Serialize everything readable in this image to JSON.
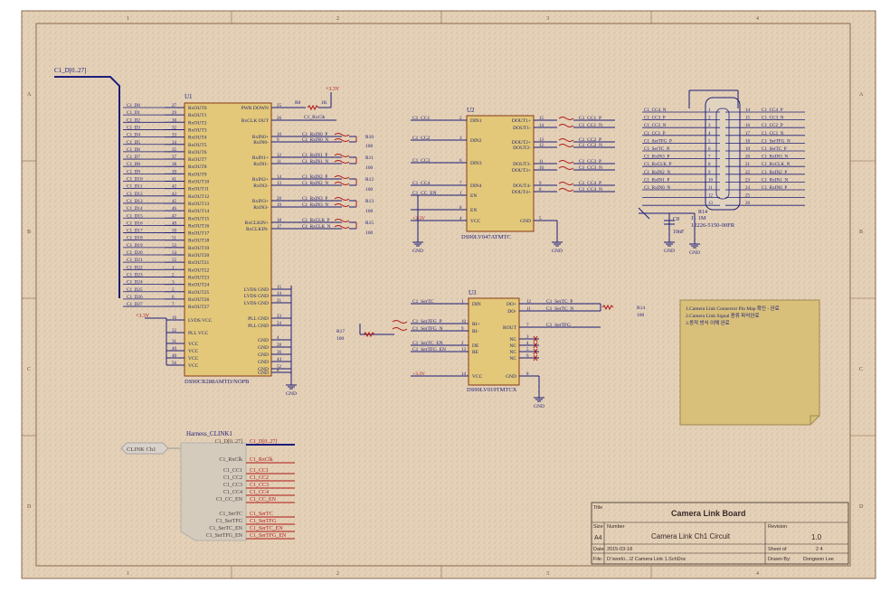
{
  "net_label_top": "C1_D[0..27]",
  "bus_inputs": [
    "C1_D0",
    "C1_D1",
    "C1_D2",
    "C1_D3",
    "C1_D4",
    "C1_D5",
    "C1_D6",
    "C1_D7",
    "C1_D8",
    "C1_D9",
    "C1_D10",
    "C1_D11",
    "C1_D12",
    "C1_D13",
    "C1_D14",
    "C1_D15",
    "C1_D16",
    "C1_D17",
    "C1_D18",
    "C1_D19",
    "C1_D20",
    "C1_D21",
    "C1_D22",
    "C1_D23",
    "C1_D24",
    "C1_D25",
    "C1_D26",
    "C1_D27"
  ],
  "u1": {
    "ref": "U1",
    "part": "DS90CR288AMTD/NOPB",
    "left_pins": [
      {
        "num": "27",
        "name": "RxOUT0"
      },
      {
        "num": "29",
        "name": "RxOUT1"
      },
      {
        "num": "30",
        "name": "RxOUT2"
      },
      {
        "num": "32",
        "name": "RxOUT3"
      },
      {
        "num": "33",
        "name": "RxOUT4"
      },
      {
        "num": "34",
        "name": "RxOUT5"
      },
      {
        "num": "35",
        "name": "RxOUT6"
      },
      {
        "num": "37",
        "name": "RxOUT7"
      },
      {
        "num": "38",
        "name": "RxOUT8"
      },
      {
        "num": "39",
        "name": "RxOUT9"
      },
      {
        "num": "41",
        "name": "RxOUT10"
      },
      {
        "num": "42",
        "name": "RxOUT11"
      },
      {
        "num": "43",
        "name": "RxOUT12"
      },
      {
        "num": "45",
        "name": "RxOUT13"
      },
      {
        "num": "46",
        "name": "RxOUT14"
      },
      {
        "num": "47",
        "name": "RxOUT15"
      },
      {
        "num": "49",
        "name": "RxOUT16"
      },
      {
        "num": "50",
        "name": "RxOUT17"
      },
      {
        "num": "51",
        "name": "RxOUT18"
      },
      {
        "num": "53",
        "name": "RxOUT19"
      },
      {
        "num": "54",
        "name": "RxOUT20"
      },
      {
        "num": "55",
        "name": "RxOUT21"
      },
      {
        "num": "1",
        "name": "RxOUT22"
      },
      {
        "num": "2",
        "name": "RxOUT23"
      },
      {
        "num": "3",
        "name": "RxOUT24"
      },
      {
        "num": "5",
        "name": "RxOUT25"
      },
      {
        "num": "6",
        "name": "RxOUT26"
      },
      {
        "num": "7",
        "name": "RxOUT27"
      }
    ],
    "right_pins": [
      {
        "num": "25",
        "name": "PWR DOWN"
      },
      {
        "num": "26",
        "name": "RxCLK OUT"
      },
      {
        "num": "10",
        "name": "RxIN0+"
      },
      {
        "num": "9",
        "name": "RxIN0-"
      },
      {
        "num": "12",
        "name": "RxIN1+"
      },
      {
        "num": "11",
        "name": "RxIN1-"
      },
      {
        "num": "14",
        "name": "RxIN2+"
      },
      {
        "num": "13",
        "name": "RxIN2-"
      },
      {
        "num": "20",
        "name": "RxIN3+"
      },
      {
        "num": "19",
        "name": "RxIN3-"
      },
      {
        "num": "18",
        "name": "RxCLKIN+"
      },
      {
        "num": "17",
        "name": "RxCLKIN-"
      }
    ],
    "power_pins": [
      {
        "num": "15",
        "name": "LVDS GND"
      },
      {
        "num": "14",
        "name": "LVDS GND"
      },
      {
        "num": "21",
        "name": "LVDS GND"
      },
      {
        "num": "16",
        "name": "LVDS VCC"
      },
      {
        "num": "22",
        "name": "PLL VCC"
      },
      {
        "num": "23",
        "name": "PLL GND"
      },
      {
        "num": "24",
        "name": "PLL GND"
      },
      {
        "num": "31",
        "name": "VCC"
      },
      {
        "num": "40",
        "name": "VCC"
      },
      {
        "num": "48",
        "name": "VCC"
      },
      {
        "num": "56",
        "name": "VCC"
      },
      {
        "num": "4",
        "name": "GND"
      },
      {
        "num": "28",
        "name": "GND"
      },
      {
        "num": "36",
        "name": "GND"
      },
      {
        "num": "44",
        "name": "GND"
      },
      {
        "num": "52",
        "name": "GND"
      },
      {
        "num": "8",
        "name": "GND"
      }
    ],
    "rx_nets": [
      "C1_RxIN0_P",
      "C1_RxIN0_N",
      "C1_RxIN1_P",
      "C1_RxIN1_N",
      "C1_RxIN2_P",
      "C1_RxIN2_N",
      "C1_RxIN3_P",
      "C1_RxIN3_N",
      "C1_RxCLK_P",
      "C1_RxCLK_N"
    ],
    "rxclk_net": "C1_RxClk",
    "resistors": [
      {
        "ref": "R10",
        "val": "100"
      },
      {
        "ref": "R11",
        "val": "100"
      },
      {
        "ref": "R12",
        "val": "100"
      },
      {
        "ref": "R13",
        "val": "100"
      },
      {
        "ref": "R15",
        "val": "100"
      }
    ],
    "pwr_res": {
      "ref": "R8",
      "val": "1K"
    },
    "vcc": "+3.3V"
  },
  "u2": {
    "ref": "U2",
    "part": "DS90LV047ATMTC",
    "left_pins": [
      {
        "num": "2",
        "name": "DIN1",
        "net": "C1_CC1"
      },
      {
        "num": "3",
        "name": "DIN2",
        "net": "C1_CC2"
      },
      {
        "num": "6",
        "name": "DIN3",
        "net": "C1_CC3"
      },
      {
        "num": "7",
        "name": "DIN4",
        "net": "C1_CC4"
      },
      {
        "num": "1",
        "name": "EN",
        "net": "C1_CC_EN"
      },
      {
        "num": "8",
        "name": "EN",
        "net": ""
      },
      {
        "num": "4",
        "name": "VCC",
        "net": "+3.3V"
      }
    ],
    "right_pins": [
      {
        "num": "15",
        "name": "DOUT1+",
        "net": "C1_CC1_P"
      },
      {
        "num": "14",
        "name": "DOUT1-",
        "net": "C1_CC1_N"
      },
      {
        "num": "13",
        "name": "DOUT2+",
        "net": "C1_CC2_P"
      },
      {
        "num": "12",
        "name": "DOUT2-",
        "net": "C1_CC2_N"
      },
      {
        "num": "11",
        "name": "DOUT3-",
        "net": "C1_CC3_P"
      },
      {
        "num": "10",
        "name": "DOUT3+",
        "net": "C1_CC3_N"
      },
      {
        "num": "9",
        "name": "DOUT4-",
        "net": "C1_CC4_P"
      },
      {
        "num": "8",
        "name": "DOUT4+",
        "net": "C1_CC4_N"
      },
      {
        "num": "5",
        "name": "GND",
        "net": ""
      }
    ],
    "gnd": "GND"
  },
  "j1": {
    "ref": "J1",
    "part": "12226-5150-00FR",
    "left_nets": [
      "C1_CC4_N",
      "C1_CC3_P",
      "C1_CC2_N",
      "C1_CC1_P",
      "C1_SerTFG_P",
      "C1_SerTC_N",
      "C1_RxIN3_P",
      "C1_RxCLK_P",
      "C1_RxIN2_N",
      "C1_RxIN1_P",
      "C1_RxIN0_N"
    ],
    "left_nums": [
      "1",
      "2",
      "3",
      "4",
      "5",
      "6",
      "7",
      "8",
      "9",
      "10",
      "11",
      "12",
      "13"
    ],
    "right_nets": [
      "C1_CC4_P",
      "C1_CC3_N",
      "C1_CC2_P",
      "C1_CC1_N",
      "C1_SerTFG_N",
      "C1_SerTC_P",
      "C1_RxIN3_N",
      "C1_RxCLK_N",
      "C1_RxIN2_P",
      "C1_RxIN1_N",
      "C1_RxIN0_P"
    ],
    "right_nums": [
      "14",
      "15",
      "16",
      "17",
      "18",
      "19",
      "20",
      "21",
      "22",
      "23",
      "24",
      "25",
      "26"
    ],
    "cap": {
      "ref": "C8",
      "val": "10nF"
    },
    "res": {
      "ref": "R14",
      "val": "1M"
    }
  },
  "u3": {
    "ref": "U3",
    "part": "DS90LV019TMTCX",
    "left_pins": [
      {
        "num": "1",
        "name": "DIN",
        "net": "C1_SerTC"
      },
      {
        "num": "10",
        "name": "RI+",
        "net": "C1_SerTFG_P"
      },
      {
        "num": "9",
        "name": "RI-",
        "net": "C1_SerTFG_N"
      },
      {
        "num": "2",
        "name": "DE",
        "net": "C1_SerTC_EN"
      },
      {
        "num": "13",
        "name": "RE",
        "net": "C1_SerTFG_EN"
      },
      {
        "num": "14",
        "name": "VCC",
        "net": "+3.3V"
      }
    ],
    "right_pins": [
      {
        "num": "12",
        "name": "DO+",
        "net": "C1_SerTC_P"
      },
      {
        "num": "11",
        "name": "DO-",
        "net": "C1_SerTC_N"
      },
      {
        "num": "7",
        "name": "ROUT",
        "net": "C1_SerTFG"
      },
      {
        "num": "3",
        "name": "NC",
        "net": ""
      },
      {
        "num": "4",
        "name": "NC",
        "net": ""
      },
      {
        "num": "5",
        "name": "NC",
        "net": ""
      },
      {
        "num": "6",
        "name": "NC",
        "net": ""
      },
      {
        "num": "8",
        "name": "GND",
        "net": ""
      }
    ],
    "r14": {
      "ref": "R14",
      "val": "100"
    },
    "r17": {
      "ref": "R17",
      "val": "100"
    }
  },
  "note_lines": [
    "1.Camera Link Connector Pin Map 확인 - 완료",
    "2.Camera Link Signal 종류 파악완료",
    "3.동작 방식 이해 완료"
  ],
  "harness": {
    "title": "Harness_CLINK1",
    "port": "CLINK Ch1",
    "rows": [
      {
        "left": "C1_D[0..27]",
        "right": "C1_D[0..27]"
      },
      {
        "left": "C1_RxClk",
        "right": "C1_RxClk"
      },
      {
        "left": "C1_CC1",
        "right": "C1_CC1"
      },
      {
        "left": "C1_CC2",
        "right": "C1_CC2"
      },
      {
        "left": "C1_CC3",
        "right": "C1_CC3"
      },
      {
        "left": "C1_CC4",
        "right": "C1_CC4"
      },
      {
        "left": "C1_CC_EN",
        "right": "C1_CC_EN"
      },
      {
        "left": "C1_SerTC",
        "right": "C1_SerTC"
      },
      {
        "left": "C1_SerTFG",
        "right": "C1_SerTFG"
      },
      {
        "left": "C1_SerTC_EN",
        "right": "C1_SerTC_EN"
      },
      {
        "left": "C1_SerTFG_EN",
        "right": "C1_SerTFG_EN"
      }
    ]
  },
  "title_block": {
    "title_label": "Title",
    "title": "Camera Link Board",
    "size_label": "Size",
    "size": "A4",
    "number_label": "Number",
    "number": "Camera Link Ch1 Circuit",
    "revision_label": "Revision",
    "revision": "1.0",
    "date_label": "Date:",
    "date": "2015-03-18",
    "sheet_label": "Sheet   of",
    "sheet": "2     4",
    "file_label": "File:",
    "file": "D:\\work\\...\\2 Camera Link 1.SchDoc",
    "drawn_label": "Drawn By:",
    "drawn": "Dongwon Lee"
  },
  "zones_h": [
    "1",
    "2",
    "3",
    "4"
  ],
  "zones_v": [
    "A",
    "B",
    "C",
    "D"
  ],
  "colors": {
    "paper": "#e6d4bd",
    "wire": "#1d1d7a",
    "comp_fill": "#e2c878",
    "comp_stroke": "#8a3a1a",
    "red": "#b01818",
    "note": "#d8c07a"
  }
}
